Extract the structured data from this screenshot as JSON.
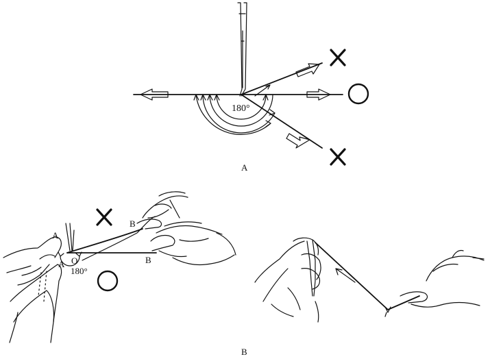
{
  "panel_a": {
    "label": "A",
    "angle_label": "180°",
    "marks": {
      "top_right": "cross-mark-icon",
      "right": "circle-mark-icon",
      "bottom_right": "cross-mark-icon"
    }
  },
  "panel_b": {
    "label": "B",
    "angle_label": "180°",
    "point_labels": {
      "a_top": "A",
      "a_bottom": "A",
      "o": "O",
      "b_top": "B",
      "b_bottom": "B"
    },
    "marks": {
      "upper": "cross-mark-icon",
      "lower": "circle-mark-icon"
    },
    "right_drawing_icon": "needle-holder-hand-icon"
  }
}
